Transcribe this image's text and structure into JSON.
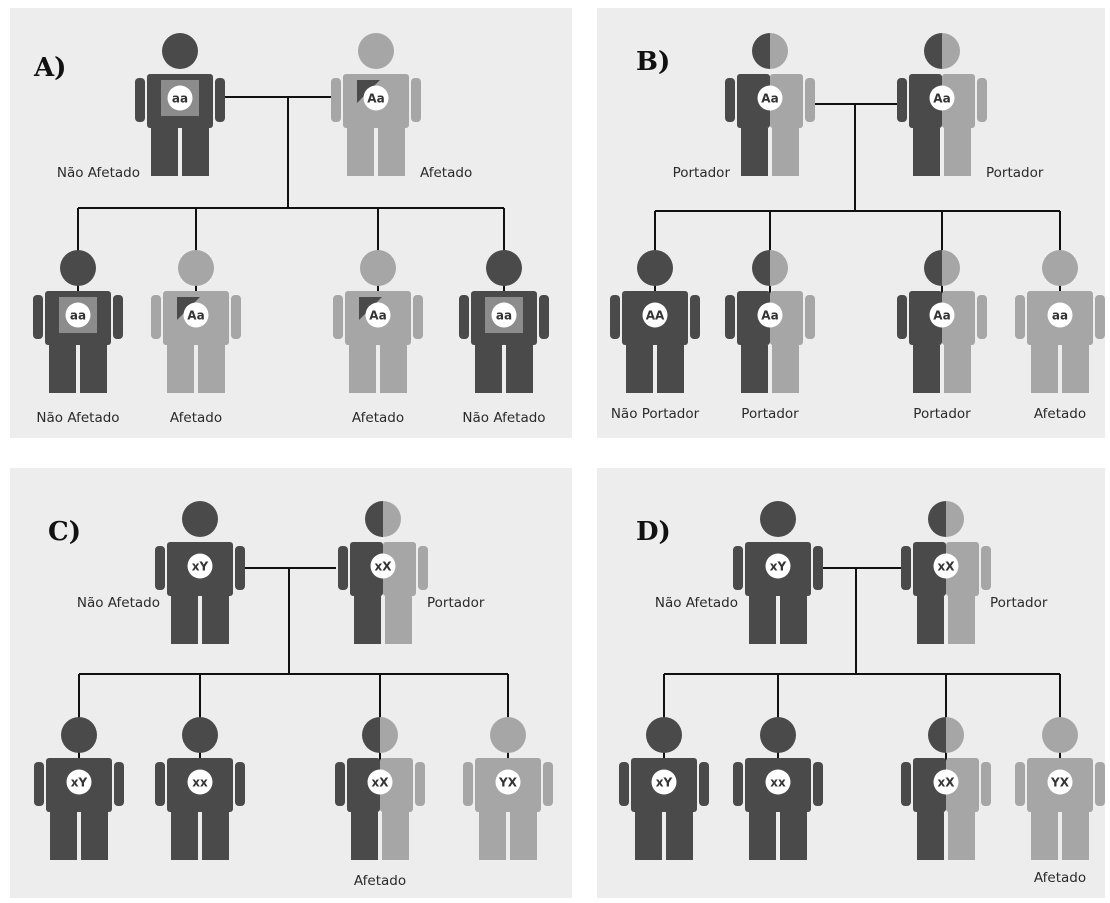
{
  "colors": {
    "dark": "#4a4a4a",
    "light": "#a6a6a6",
    "box": "#8c8c8c",
    "background": "#ededed",
    "line": "#111111",
    "circle": "#ffffff"
  },
  "panels": [
    {
      "letter": "A)",
      "parents": [
        {
          "genotype": "aa",
          "style": "dark-box",
          "label": "Não Afetado"
        },
        {
          "genotype": "Aa",
          "style": "light-box",
          "label": "Afetado"
        }
      ],
      "children": [
        {
          "genotype": "aa",
          "style": "dark-box",
          "label": "Não Afetado"
        },
        {
          "genotype": "Aa",
          "style": "light-box",
          "label": "Afetado"
        },
        {
          "genotype": "Aa",
          "style": "light-box",
          "label": "Afetado"
        },
        {
          "genotype": "aa",
          "style": "dark-box",
          "label": "Não Afetado"
        }
      ]
    },
    {
      "letter": "B)",
      "parents": [
        {
          "genotype": "Aa",
          "style": "half",
          "label": "Portador"
        },
        {
          "genotype": "Aa",
          "style": "half",
          "label": "Portador"
        }
      ],
      "children": [
        {
          "genotype": "AA",
          "style": "dark",
          "label": "Não Portador"
        },
        {
          "genotype": "Aa",
          "style": "half",
          "label": "Portador"
        },
        {
          "genotype": "Aa",
          "style": "half",
          "label": "Portador"
        },
        {
          "genotype": "aa",
          "style": "light",
          "label": "Afetado"
        }
      ]
    },
    {
      "letter": "C)",
      "parents": [
        {
          "genotype": "xY",
          "style": "dark",
          "label": "Não Afetado"
        },
        {
          "genotype": "xX",
          "style": "half",
          "label": "Portador"
        }
      ],
      "children": [
        {
          "genotype": "xY",
          "style": "dark",
          "label": ""
        },
        {
          "genotype": "xx",
          "style": "dark",
          "label": ""
        },
        {
          "genotype": "xX",
          "style": "half",
          "label": "Afetado"
        },
        {
          "genotype": "YX",
          "style": "light",
          "label": ""
        }
      ]
    },
    {
      "letter": "D)",
      "parents": [
        {
          "genotype": "xY",
          "style": "dark",
          "label": "Não Afetado"
        },
        {
          "genotype": "xX",
          "style": "half",
          "label": "Portador"
        }
      ],
      "children": [
        {
          "genotype": "xY",
          "style": "dark",
          "label": ""
        },
        {
          "genotype": "xx",
          "style": "dark",
          "label": ""
        },
        {
          "genotype": "xX",
          "style": "half",
          "label": ""
        },
        {
          "genotype": "YX",
          "style": "light",
          "label": "Afetado"
        }
      ]
    }
  ]
}
